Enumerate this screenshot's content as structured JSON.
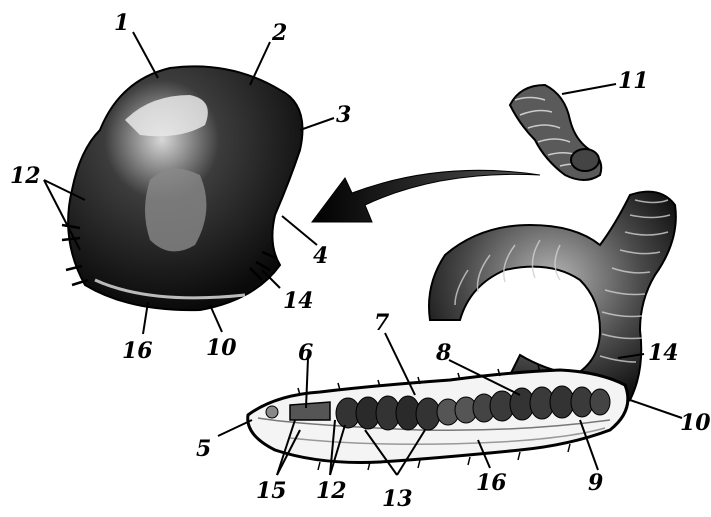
{
  "labels": {
    "l1": "1",
    "l2": "2",
    "l3": "3",
    "l4": "4",
    "l5": "5",
    "l6": "6",
    "l7": "7",
    "l8": "8",
    "l9": "9",
    "l10a": "10",
    "l10b": "10",
    "l11": "11",
    "l12a": "12",
    "l12b": "12",
    "l13": "13",
    "l14a": "14",
    "l14b": "14",
    "l15": "15",
    "l16a": "16",
    "l16b": "16"
  },
  "colors": {
    "ink": "#000000",
    "body_dark": "#1a1a1a",
    "body_mid": "#3a3a3a",
    "segment_light": "#9a9a9a",
    "background": "#ffffff"
  }
}
